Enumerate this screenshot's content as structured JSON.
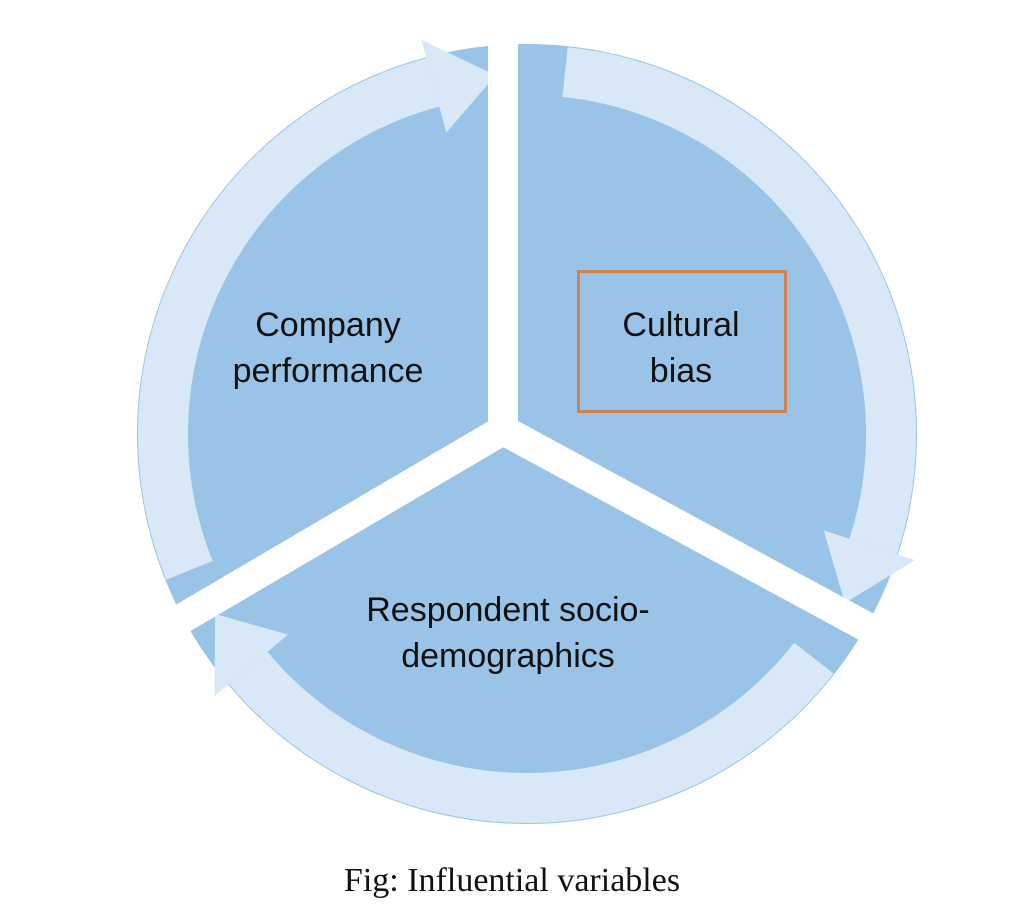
{
  "diagram": {
    "type": "cycle",
    "segments": [
      {
        "line1": "Company",
        "line2": "performance"
      },
      {
        "line1": "Cultural",
        "line2": "bias",
        "highlighted": true
      },
      {
        "line1": "Respondent socio-",
        "line2": "demographics"
      }
    ],
    "colors": {
      "pie": "#99c4e8",
      "ring": "#d8e8f6",
      "highlight": "#d0834a"
    }
  },
  "caption": "Fig: Influential variables"
}
